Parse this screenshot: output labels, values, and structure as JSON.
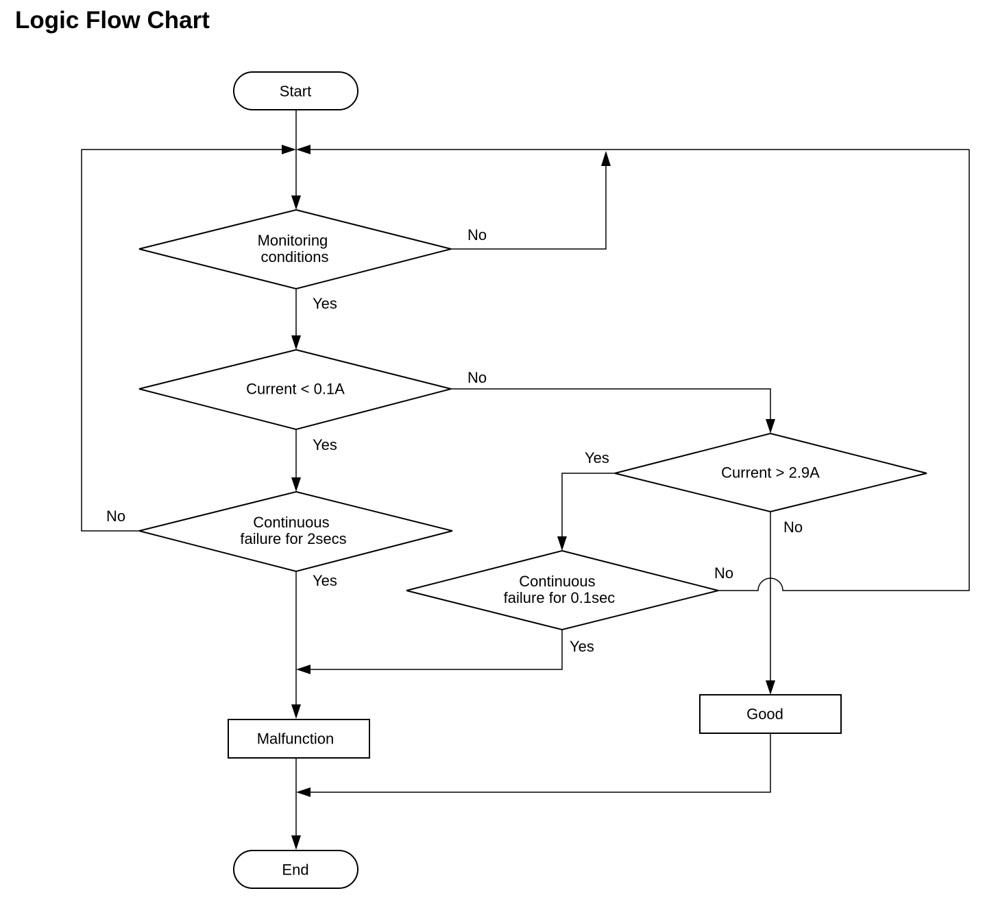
{
  "title": "Logic Flow Chart",
  "nodes": {
    "start": {
      "label": "Start"
    },
    "monitoring": {
      "lines": [
        "Monitoring",
        "conditions"
      ]
    },
    "current_low": {
      "label": "Current < 0.1A"
    },
    "current_high": {
      "label": "Current > 2.9A"
    },
    "cont_2s": {
      "lines": [
        "Continuous",
        "failure for 2secs"
      ]
    },
    "cont_01s": {
      "lines": [
        "Continuous",
        "failure for 0.1sec"
      ]
    },
    "malfunction": {
      "label": "Malfunction"
    },
    "good": {
      "label": "Good"
    },
    "end": {
      "label": "End"
    }
  },
  "edge_labels": {
    "monitoring_no": "No",
    "monitoring_yes": "Yes",
    "current_low_no": "No",
    "current_low_yes": "Yes",
    "current_high_yes": "Yes",
    "current_high_no": "No",
    "cont_2s_no": "No",
    "cont_2s_yes": "Yes",
    "cont_01s_no": "No",
    "cont_01s_yes": "Yes"
  }
}
